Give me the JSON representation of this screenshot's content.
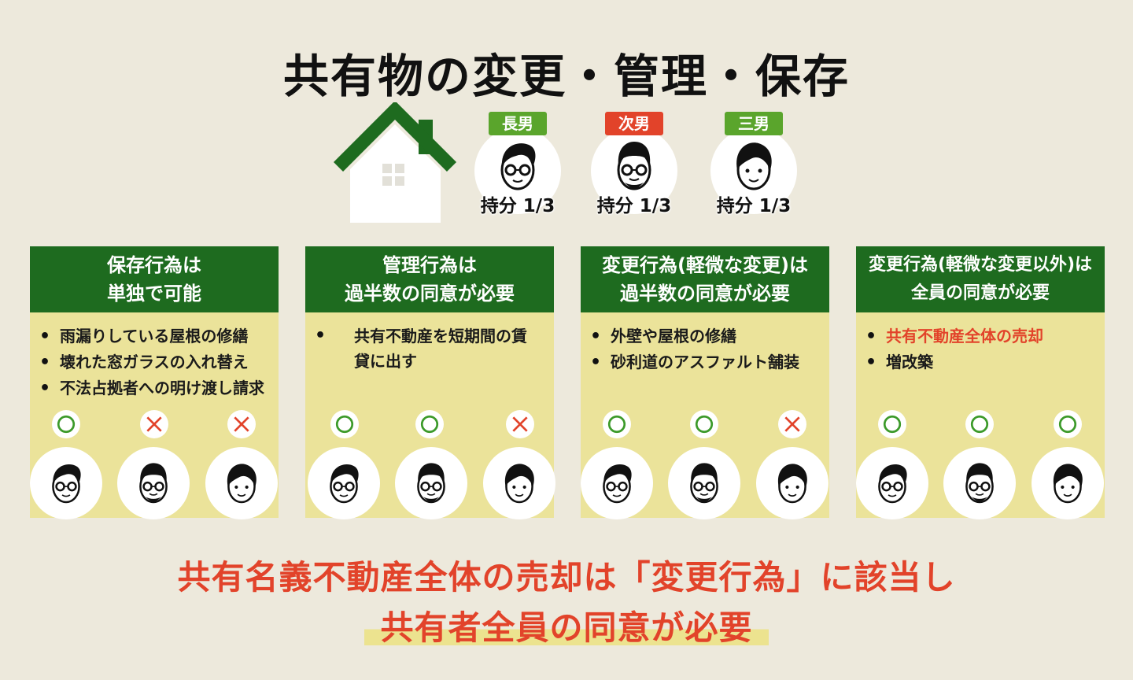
{
  "title": "共有物の変更・管理・保存",
  "colors": {
    "background": "#ede9dc",
    "green_dark": "#1e6b1f",
    "green_tag": "#5aa52c",
    "red": "#e2432a",
    "card_body": "#ebe39a",
    "highlight": "#ece38f"
  },
  "house": {
    "icon": "house-icon"
  },
  "owners": [
    {
      "label": "長男",
      "tag_color": "#5aa52c",
      "share": "持分 1/3",
      "icon": "eldest-son-face-icon"
    },
    {
      "label": "次男",
      "tag_color": "#e2432a",
      "share": "持分 1/3",
      "icon": "second-son-face-icon"
    },
    {
      "label": "三男",
      "tag_color": "#5aa52c",
      "share": "持分 1/3",
      "icon": "third-son-face-icon"
    }
  ],
  "cards": [
    {
      "heading_line1": "保存行為は",
      "heading_line2": "単独で可能",
      "items": [
        "雨漏りしている屋根の修繕",
        "壊れた窓ガラスの入れ替え",
        "不法占拠者への明け渡し請求"
      ],
      "votes": [
        "○",
        "×",
        "×"
      ]
    },
    {
      "heading_line1": "管理行為は",
      "heading_line2": "過半数の同意が必要",
      "items": [
        "共有不動産を短期間の賃貸に出す"
      ],
      "votes": [
        "○",
        "○",
        "×"
      ]
    },
    {
      "heading_line1": "変更行為(軽微な変更)は",
      "heading_line2": "過半数の同意が必要",
      "items": [
        "外壁や屋根の修繕",
        "砂利道のアスファルト舗装"
      ],
      "votes": [
        "○",
        "○",
        "×"
      ]
    },
    {
      "heading_line1": "変更行為(軽微な変更以外)は",
      "heading_line2": "全員の同意が必要",
      "items": [
        "共有不動産全体の売却",
        "増改築"
      ],
      "highlighted_item": "共有不動産全体の売却",
      "votes": [
        "○",
        "○",
        "○"
      ]
    }
  ],
  "conclusion": {
    "line1": "共有名義不動産全体の売却は「変更行為」に該当し",
    "line2": "共有者全員の同意が必要"
  }
}
